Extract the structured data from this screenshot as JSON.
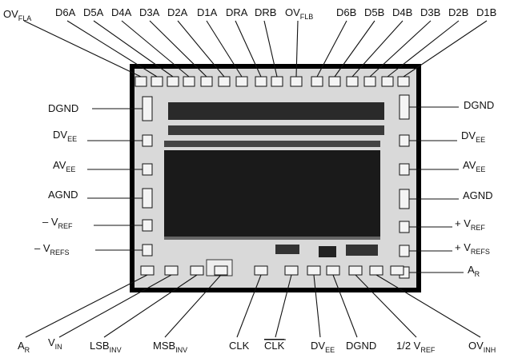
{
  "top_labels": [
    {
      "main": "OV",
      "sub": "FLA"
    },
    {
      "main": "D6A",
      "sub": ""
    },
    {
      "main": "D5A",
      "sub": ""
    },
    {
      "main": "D4A",
      "sub": ""
    },
    {
      "main": "D3A",
      "sub": ""
    },
    {
      "main": "D2A",
      "sub": ""
    },
    {
      "main": "D1A",
      "sub": ""
    },
    {
      "main": "DRA",
      "sub": ""
    },
    {
      "main": "DRB",
      "sub": ""
    },
    {
      "main": "OV",
      "sub": "FLB"
    },
    {
      "main": "D6B",
      "sub": ""
    },
    {
      "main": "D5B",
      "sub": ""
    },
    {
      "main": "D4B",
      "sub": ""
    },
    {
      "main": "D3B",
      "sub": ""
    },
    {
      "main": "D2B",
      "sub": ""
    },
    {
      "main": "D1B",
      "sub": ""
    }
  ],
  "left_labels": [
    {
      "main": "DGND",
      "sub": ""
    },
    {
      "main": "DV",
      "sub": "EE"
    },
    {
      "main": "AV",
      "sub": "EE"
    },
    {
      "main": "AGND",
      "sub": ""
    },
    {
      "main": "– V",
      "sub": "REF"
    },
    {
      "main": "– V",
      "sub": "REFS"
    }
  ],
  "right_labels": [
    {
      "main": "DGND",
      "sub": ""
    },
    {
      "main": "DV",
      "sub": "EE"
    },
    {
      "main": "AV",
      "sub": "EE"
    },
    {
      "main": "AGND",
      "sub": ""
    },
    {
      "main": "+ V",
      "sub": "REF"
    },
    {
      "main": "+ V",
      "sub": "REFS"
    },
    {
      "main": "A",
      "sub": "R"
    }
  ],
  "bottom_labels": [
    {
      "main": "A",
      "sub": "R",
      "overline": false
    },
    {
      "main": "V",
      "sub": "IN",
      "overline": false
    },
    {
      "main": "LSB",
      "sub": "INV",
      "overline": false
    },
    {
      "main": "MSB",
      "sub": "INV",
      "overline": false
    },
    {
      "main": "CLK",
      "sub": "",
      "overline": false
    },
    {
      "main": "CLK",
      "sub": "",
      "overline": true
    },
    {
      "main": "DV",
      "sub": "EE",
      "overline": false
    },
    {
      "main": "DGND",
      "sub": "",
      "overline": false
    },
    {
      "main": "1/2 V",
      "sub": "REF",
      "overline": false
    },
    {
      "main": "OV",
      "sub": "INH",
      "overline": false
    }
  ],
  "colors": {
    "ink": "#111111",
    "die": "#d9d9d9",
    "core": "#1a1a1a",
    "pad": "#f4f4f4"
  }
}
